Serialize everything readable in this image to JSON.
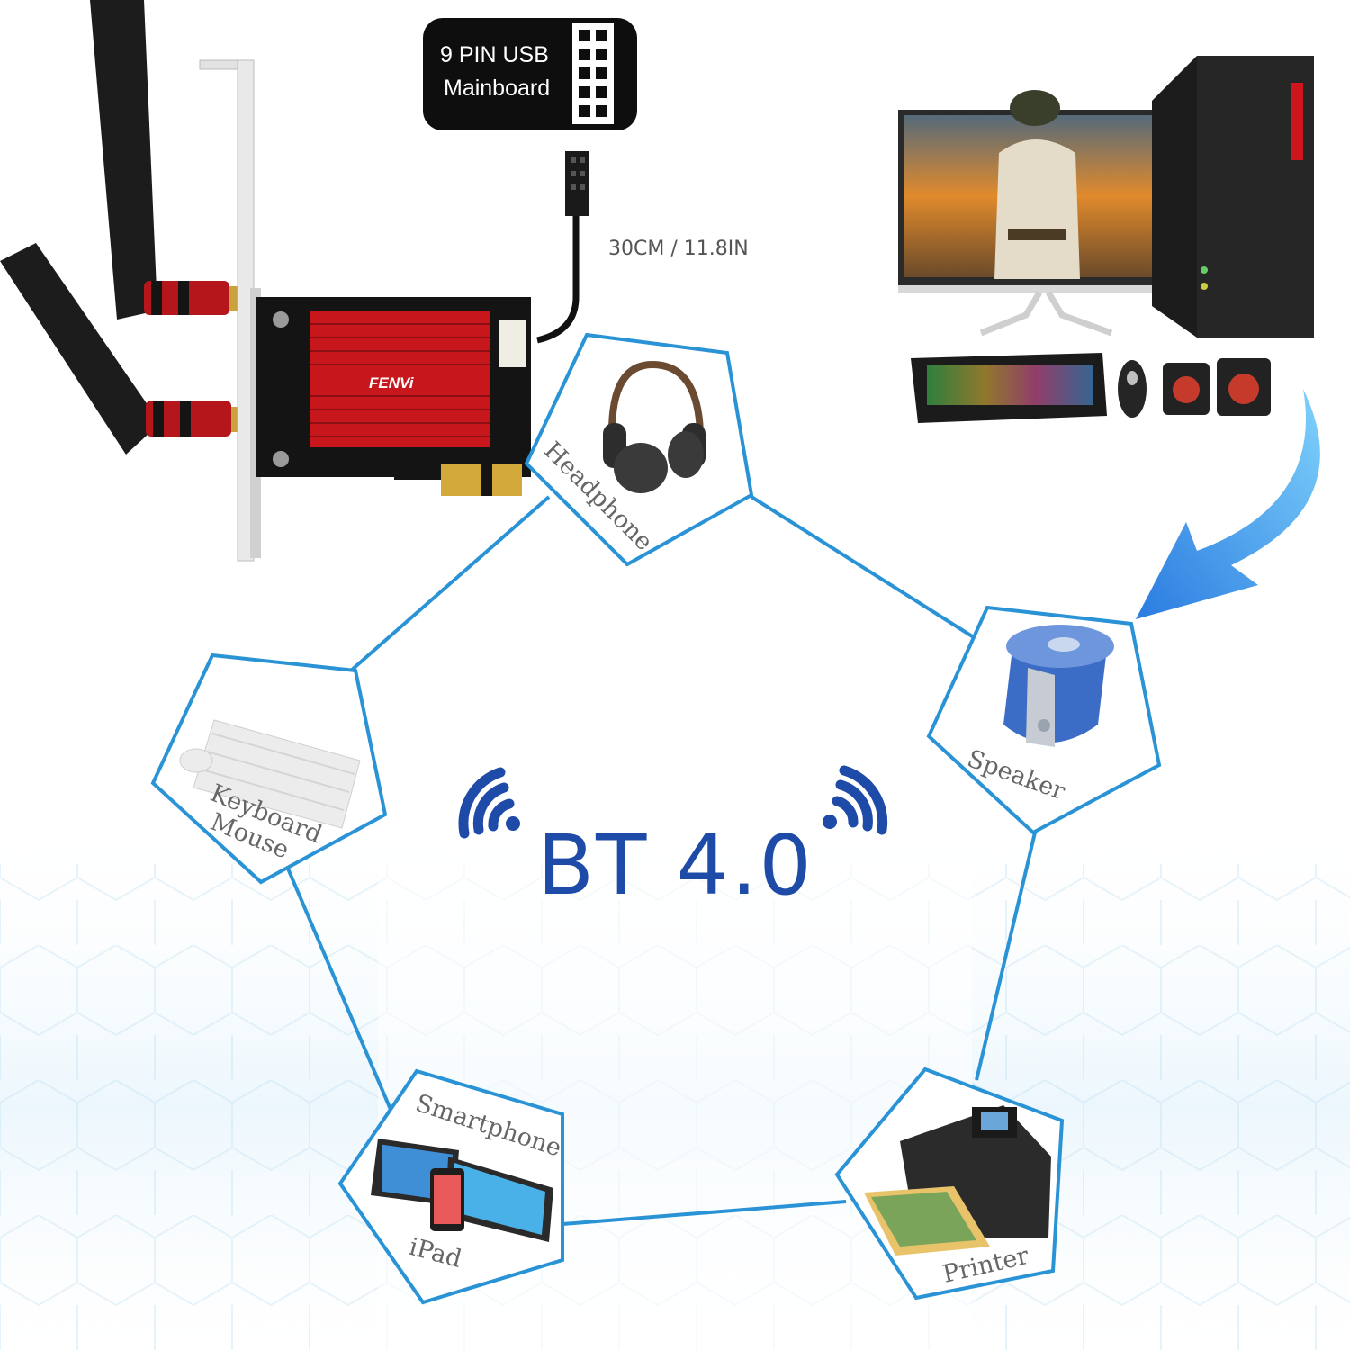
{
  "usb_badge": {
    "line1": "9 PIN USB",
    "line2": "Mainboard"
  },
  "cable_length": "30CM / 11.8IN",
  "card_brand": "FENVi",
  "center_title": "BT 4.0",
  "devices": [
    {
      "label": "Headphone",
      "icon": "headphone-icon"
    },
    {
      "label": "Speaker",
      "icon": "speaker-icon"
    },
    {
      "label": "Printer",
      "icon": "printer-icon"
    },
    {
      "label": "Smartphone",
      "label2": "iPad",
      "icon": "tablet-phone-icon"
    },
    {
      "label": "Keyboard",
      "label2": "Mouse",
      "icon": "keyboard-mouse-icon"
    }
  ],
  "colors": {
    "network_line": "#2a93d5",
    "title": "#1e4aa8",
    "card_red": "#c8161d",
    "arrow": "#3fa3ef"
  }
}
